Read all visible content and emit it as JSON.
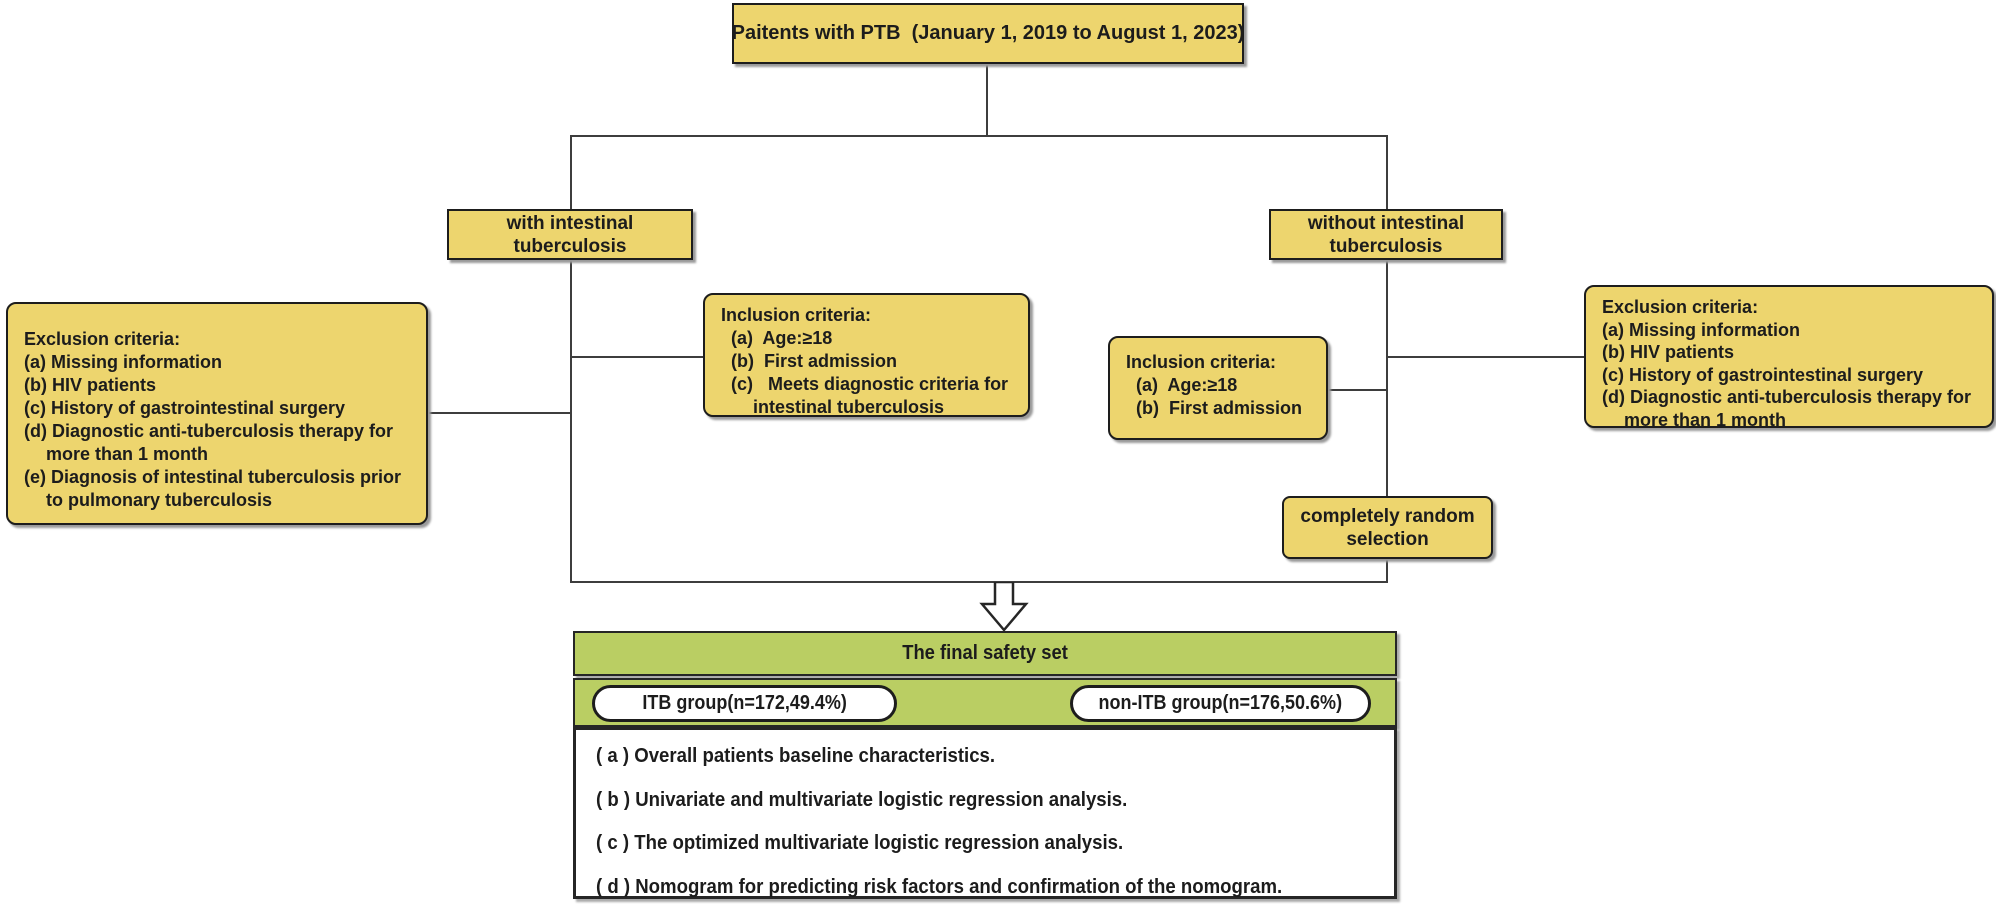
{
  "colors": {
    "box_fill": "#edd56e",
    "box_border": "#1d1d1d",
    "green_fill": "#bace63",
    "line_color": "#3d3d3d",
    "pill_fill": "#ffffff",
    "text_color": "#1c1c1c"
  },
  "flow": {
    "top_box": "Paitents with PTB  (January 1, 2019 to August 1, 2023)",
    "branch_left": "with intestinal tuberculosis",
    "branch_right": "without intestinal tuberculosis",
    "exclusion_left": {
      "title": "Exclusion criteria:",
      "items": [
        [
          "(a) Missing information"
        ],
        [
          "(b) HIV patients"
        ],
        [
          "(c) History of gastrointestinal surgery"
        ],
        [
          "(d) Diagnostic anti-tuberculosis therapy for",
          "more than 1 month"
        ],
        [
          "(e) Diagnosis of intestinal tuberculosis prior",
          "to pulmonary tuberculosis"
        ]
      ]
    },
    "inclusion_mid": {
      "title": "Inclusion criteria:",
      "items": [
        [
          "(a)  Age:≥18"
        ],
        [
          "(b)  First admission"
        ],
        [
          "(c)   Meets diagnostic criteria for",
          "intestinal tuberculosis"
        ]
      ]
    },
    "inclusion_right": {
      "title": "Inclusion criteria:",
      "items": [
        [
          "(a)  Age:≥18"
        ],
        [
          "(b)  First admission"
        ]
      ]
    },
    "exclusion_right": {
      "title": "Exclusion criteria:",
      "items": [
        [
          "(a) Missing information"
        ],
        [
          "(b) HIV patients"
        ],
        [
          "(c) History of gastrointestinal surgery"
        ],
        [
          "(d) Diagnostic anti-tuberculosis therapy for",
          "more than 1 month"
        ]
      ]
    },
    "random_box": "completely random selection",
    "final_set": {
      "header": "The final safety set",
      "groups": [
        "ITB group(n=172,49.4%)",
        "non-ITB group(n=176,50.6%)"
      ],
      "analyses": [
        "( a ) Overall patients baseline characteristics.",
        "( b ) Univariate and multivariate logistic regression analysis.",
        "( c ) The optimized multivariate logistic regression analysis.",
        "( d ) Nomogram for predicting risk factors and confirmation of the nomogram."
      ]
    }
  }
}
